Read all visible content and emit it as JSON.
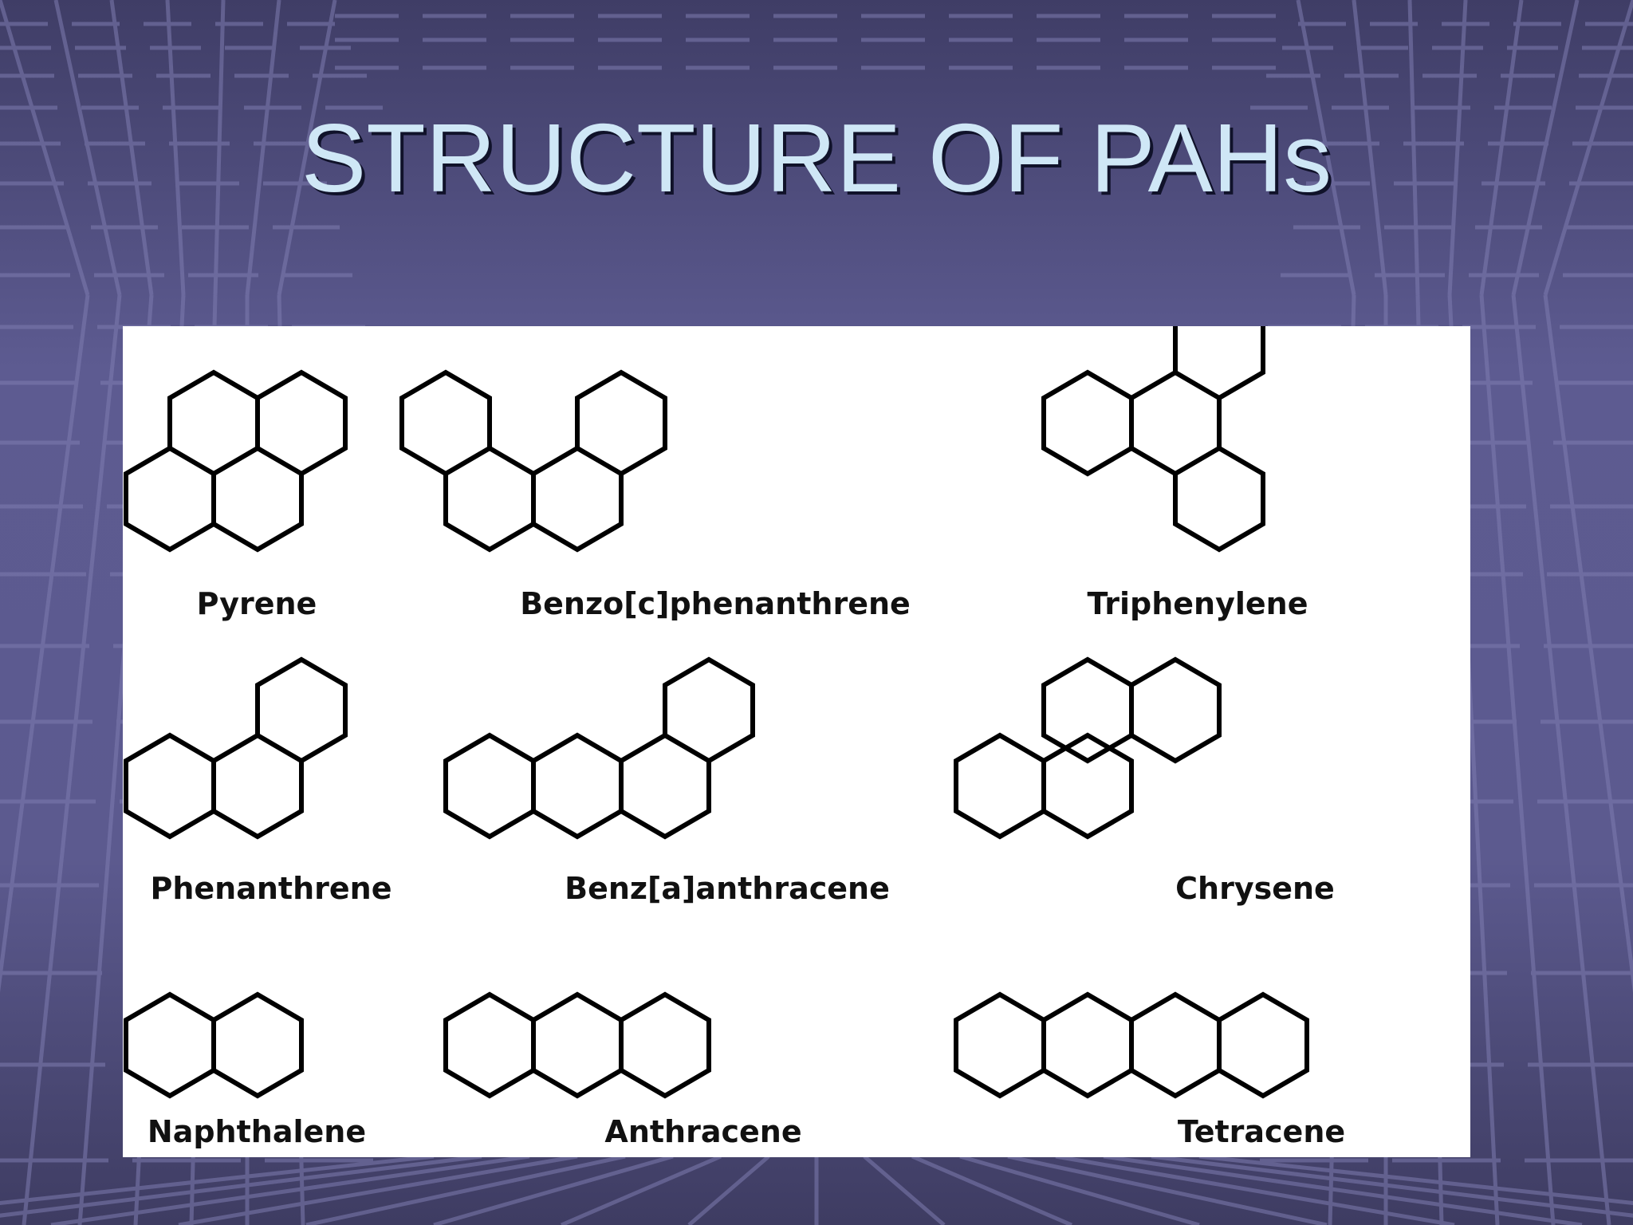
{
  "slide": {
    "title": "STRUCTURE OF PAHs"
  },
  "theme": {
    "background": "#5a5888",
    "title_color": "#cfe7f6",
    "panel": "#ffffff",
    "ink": "#000000"
  },
  "molecules": [
    {
      "id": "pyrene",
      "name": "Pyrene",
      "rings": 4
    },
    {
      "id": "benzo-c-phenanthrene",
      "name": "Benzo[c]phenanthrene",
      "rings": 4
    },
    {
      "id": "triphenylene",
      "name": "Triphenylene",
      "rings": 4
    },
    {
      "id": "phenanthrene",
      "name": "Phenanthrene",
      "rings": 3
    },
    {
      "id": "benz-a-anthracene",
      "name": "Benz[a]anthracene",
      "rings": 4
    },
    {
      "id": "chrysene",
      "name": "Chrysene",
      "rings": 4
    },
    {
      "id": "naphthalene",
      "name": "Naphthalene",
      "rings": 2
    },
    {
      "id": "anthracene",
      "name": "Anthracene",
      "rings": 3
    },
    {
      "id": "tetracene",
      "name": "Tetracene",
      "rings": 4
    }
  ]
}
